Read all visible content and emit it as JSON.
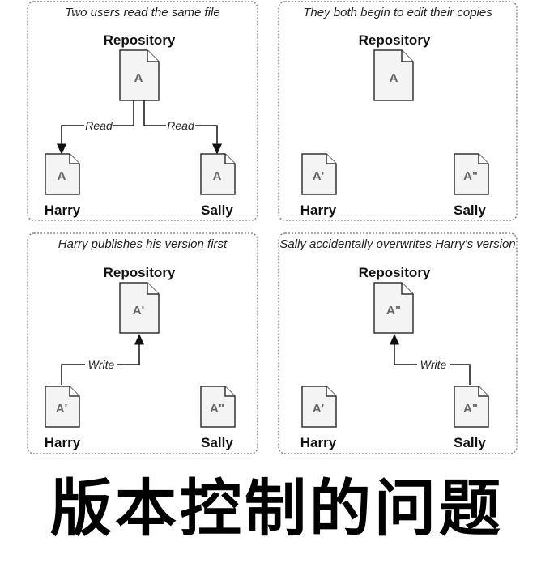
{
  "panels": [
    {
      "caption": "Two users read the same file",
      "repository": {
        "title": "Repository",
        "doc": "A"
      },
      "harry": {
        "label": "Harry",
        "doc": "A"
      },
      "sally": {
        "label": "Sally",
        "doc": "A"
      },
      "arrows": [
        {
          "label": "Read"
        },
        {
          "label": "Read"
        }
      ]
    },
    {
      "caption": "They both begin to edit their copies",
      "repository": {
        "title": "Repository",
        "doc": "A"
      },
      "harry": {
        "label": "Harry",
        "doc": "A'"
      },
      "sally": {
        "label": "Sally",
        "doc": "A\""
      },
      "arrows": []
    },
    {
      "caption": "Harry publishes his version first",
      "repository": {
        "title": "Repository",
        "doc": "A'"
      },
      "harry": {
        "label": "Harry",
        "doc": "A'"
      },
      "sally": {
        "label": "Sally",
        "doc": "A\""
      },
      "arrows": [
        {
          "label": "Write"
        }
      ]
    },
    {
      "caption": "Sally accidentally overwrites Harry's version",
      "repository": {
        "title": "Repository",
        "doc": "A\""
      },
      "harry": {
        "label": "Harry",
        "doc": "A'"
      },
      "sally": {
        "label": "Sally",
        "doc": "A\""
      },
      "arrows": [
        {
          "label": "Write"
        }
      ]
    }
  ],
  "bottom_title": "版本控制的问题"
}
